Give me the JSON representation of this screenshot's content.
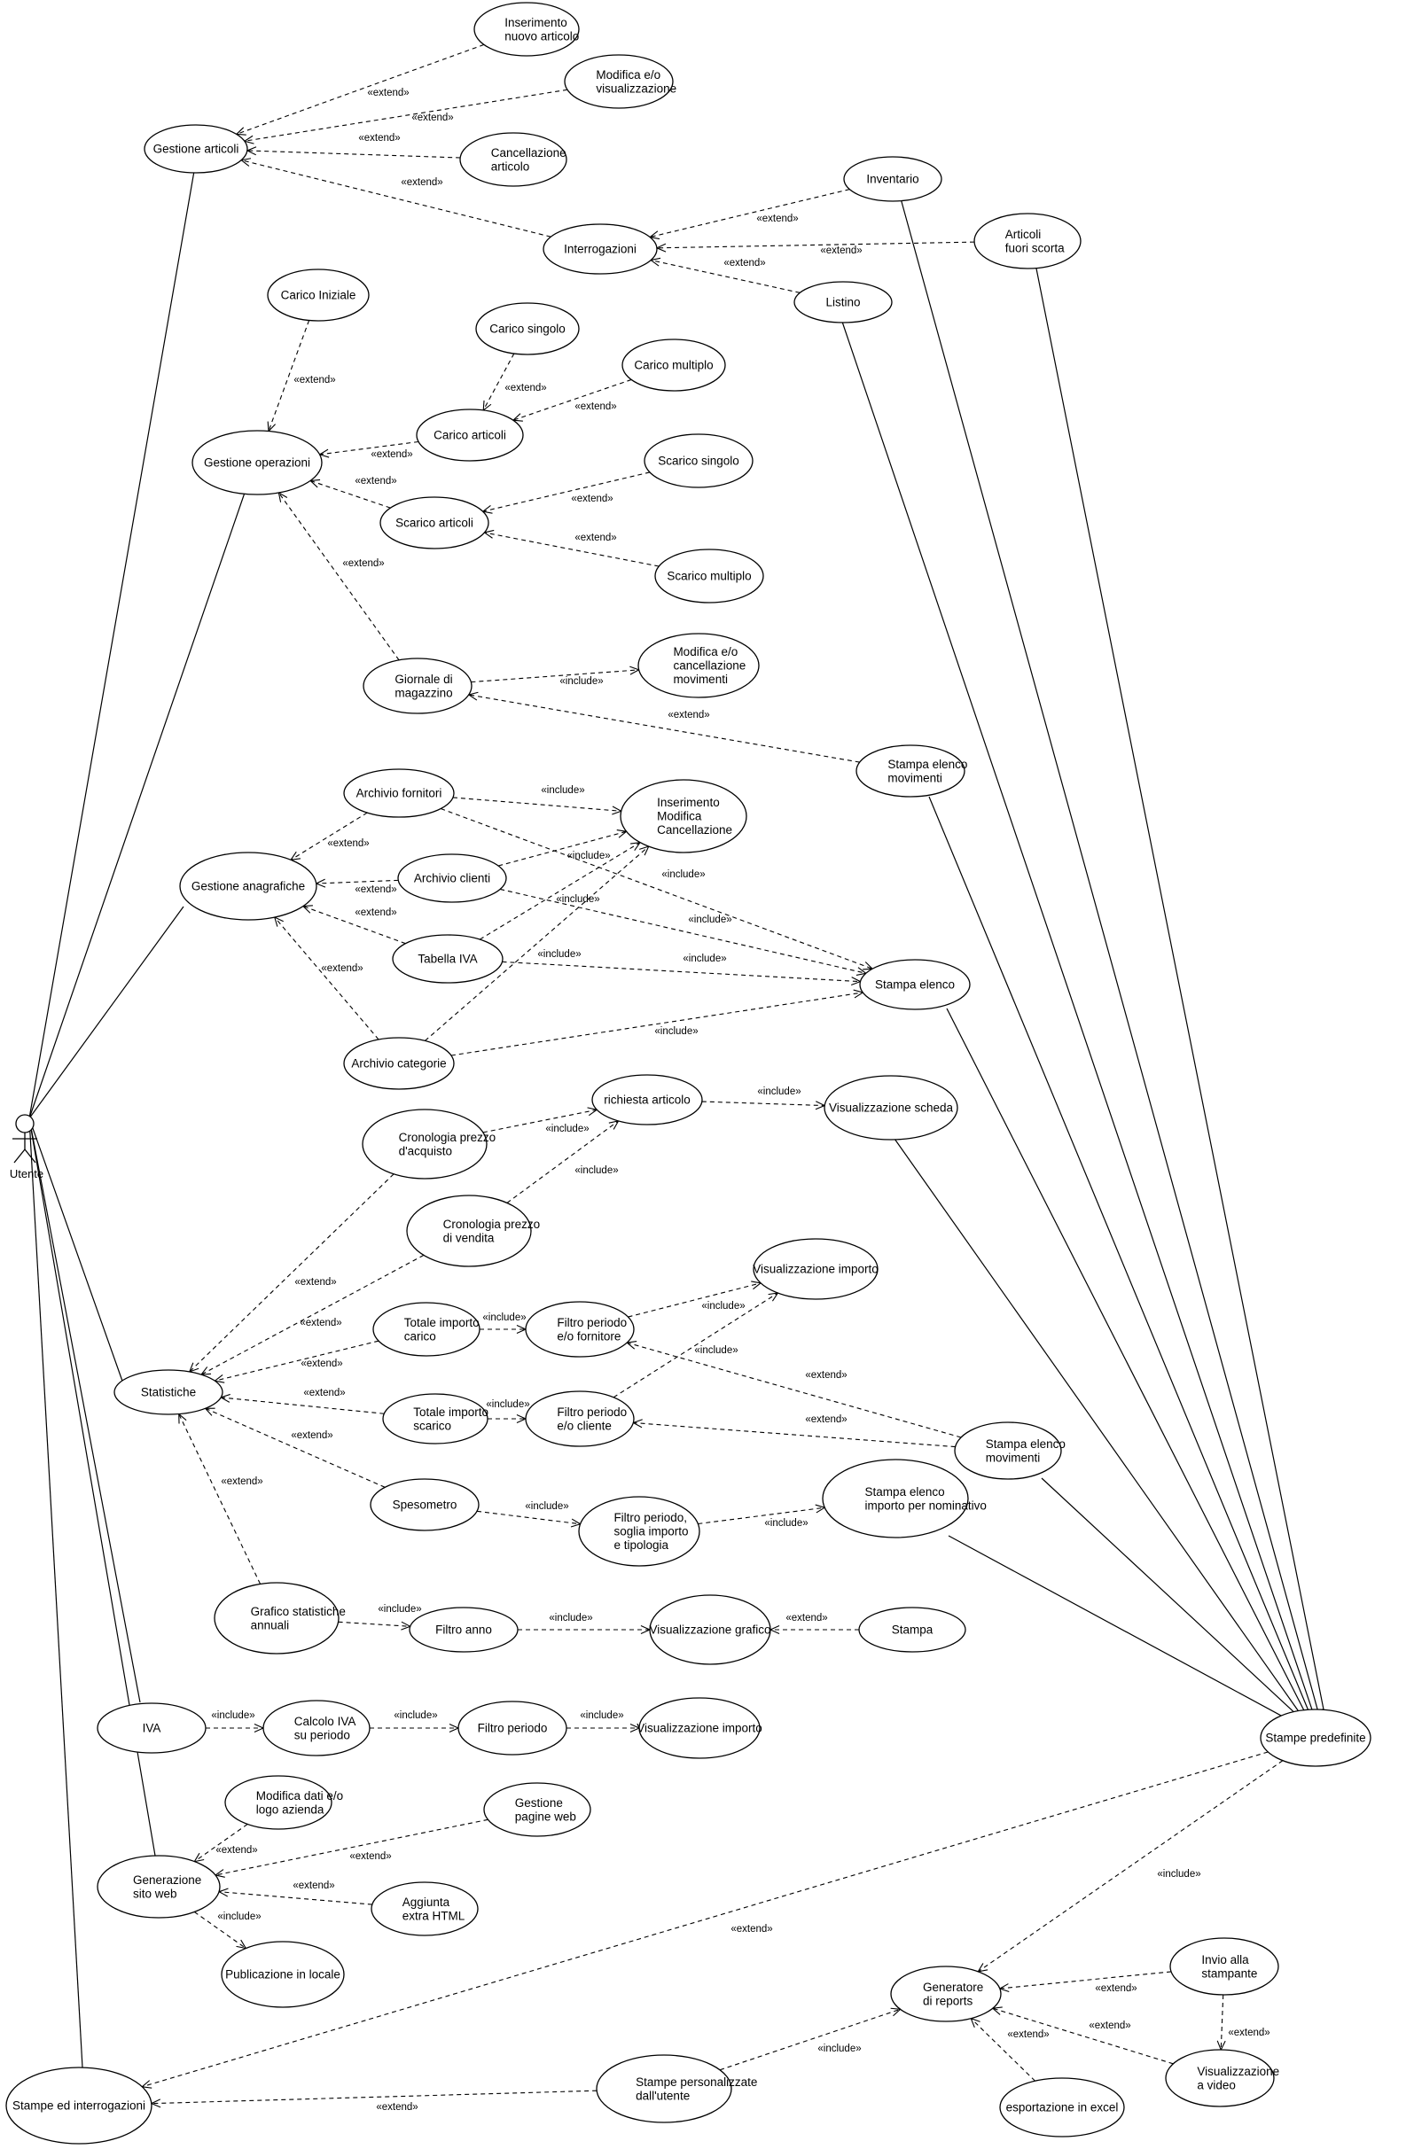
{
  "actor": {
    "id": "utente",
    "label": "Utente"
  },
  "use_cases": [
    {
      "id": "gestione-articoli",
      "lines": [
        "Gestione articoli"
      ]
    },
    {
      "id": "inserimento-nuovo-articolo",
      "lines": [
        "Inserimento",
        "nuovo articolo"
      ]
    },
    {
      "id": "modifica-visualizzazione",
      "lines": [
        "Modifica e/o",
        "visualizzazione"
      ]
    },
    {
      "id": "cancellazione-articolo",
      "lines": [
        "Cancellazione",
        "articolo"
      ]
    },
    {
      "id": "interrogazioni",
      "lines": [
        "Interrogazioni"
      ]
    },
    {
      "id": "inventario",
      "lines": [
        "Inventario"
      ]
    },
    {
      "id": "articoli-fuori-scorta",
      "lines": [
        "Articoli",
        "fuori scorta"
      ]
    },
    {
      "id": "listino",
      "lines": [
        "Listino"
      ]
    },
    {
      "id": "carico-iniziale",
      "lines": [
        "Carico Iniziale"
      ]
    },
    {
      "id": "carico-singolo",
      "lines": [
        "Carico singolo"
      ]
    },
    {
      "id": "carico-multiplo",
      "lines": [
        "Carico multiplo"
      ]
    },
    {
      "id": "carico-articoli",
      "lines": [
        "Carico articoli"
      ]
    },
    {
      "id": "gestione-operazioni",
      "lines": [
        "Gestione operazioni"
      ]
    },
    {
      "id": "scarico-singolo",
      "lines": [
        "Scarico singolo"
      ]
    },
    {
      "id": "scarico-articoli",
      "lines": [
        "Scarico articoli"
      ]
    },
    {
      "id": "scarico-multiplo",
      "lines": [
        "Scarico multiplo"
      ]
    },
    {
      "id": "giornale-di-magazzino",
      "lines": [
        "Giornale di",
        "magazzino"
      ]
    },
    {
      "id": "modifica-cancellazione-movimenti",
      "lines": [
        "Modifica e/o",
        "cancellazione",
        "movimenti"
      ]
    },
    {
      "id": "stampa-elenco-movimenti-1",
      "lines": [
        "Stampa elenco",
        "movimenti"
      ]
    },
    {
      "id": "archivio-fornitori",
      "lines": [
        "Archivio fornitori"
      ]
    },
    {
      "id": "inserimento-modifica-cancellazione",
      "lines": [
        "Inserimento",
        "Modifica",
        "Cancellazione"
      ]
    },
    {
      "id": "gestione-anagrafiche",
      "lines": [
        "Gestione anagrafiche"
      ]
    },
    {
      "id": "archivio-clienti",
      "lines": [
        "Archivio clienti"
      ]
    },
    {
      "id": "tabella-iva",
      "lines": [
        "Tabella IVA"
      ]
    },
    {
      "id": "stampa-elenco",
      "lines": [
        "Stampa elenco"
      ]
    },
    {
      "id": "archivio-categorie",
      "lines": [
        "Archivio categorie"
      ]
    },
    {
      "id": "richiesta-articolo",
      "lines": [
        "richiesta articolo"
      ]
    },
    {
      "id": "visualizzazione-scheda",
      "lines": [
        "Visualizzazione scheda"
      ]
    },
    {
      "id": "cronologia-prezzo-acquisto",
      "lines": [
        "Cronologia prezzo",
        "d'acquisto"
      ]
    },
    {
      "id": "cronologia-prezzo-vendita",
      "lines": [
        "Cronologia prezzo",
        "di vendita"
      ]
    },
    {
      "id": "visualizzazione-importo-1",
      "lines": [
        "Visualizzazione importo"
      ]
    },
    {
      "id": "totale-importo-carico",
      "lines": [
        "Totale importo",
        "carico"
      ]
    },
    {
      "id": "filtro-periodo-fornitore",
      "lines": [
        "Filtro periodo",
        "e/o fornitore"
      ]
    },
    {
      "id": "statistiche",
      "lines": [
        "Statistiche"
      ]
    },
    {
      "id": "totale-importo-scarico",
      "lines": [
        "Totale importo",
        "scarico"
      ]
    },
    {
      "id": "filtro-periodo-cliente",
      "lines": [
        "Filtro periodo",
        "e/o cliente"
      ]
    },
    {
      "id": "stampa-elenco-movimenti-2",
      "lines": [
        "Stampa elenco",
        "movimenti"
      ]
    },
    {
      "id": "spesometro",
      "lines": [
        "Spesometro"
      ]
    },
    {
      "id": "filtro-periodo-soglia",
      "lines": [
        "Filtro periodo,",
        "soglia importo",
        "e tipologia"
      ]
    },
    {
      "id": "stampa-elenco-importo-nominativo",
      "lines": [
        "Stampa elenco",
        "importo per nominativo"
      ]
    },
    {
      "id": "grafico-statistiche-annuali",
      "lines": [
        "Grafico statistiche",
        "annuali"
      ]
    },
    {
      "id": "filtro-anno",
      "lines": [
        "Filtro anno"
      ]
    },
    {
      "id": "visualizzazione-grafico",
      "lines": [
        "Visualizzazione grafico"
      ]
    },
    {
      "id": "stampa",
      "lines": [
        "Stampa"
      ]
    },
    {
      "id": "iva",
      "lines": [
        "IVA"
      ]
    },
    {
      "id": "calcolo-iva",
      "lines": [
        "Calcolo IVA",
        "su periodo"
      ]
    },
    {
      "id": "filtro-periodo",
      "lines": [
        "Filtro periodo"
      ]
    },
    {
      "id": "visualizzazione-importo-2",
      "lines": [
        "Visualizzazione importo"
      ]
    },
    {
      "id": "stampe-predefinite",
      "lines": [
        "Stampe predefinite"
      ]
    },
    {
      "id": "modifica-dati-logo",
      "lines": [
        "Modifica dati e/o",
        "logo azienda"
      ]
    },
    {
      "id": "gestione-pagine-web",
      "lines": [
        "Gestione",
        "pagine web"
      ]
    },
    {
      "id": "generazione-sito-web",
      "lines": [
        "Generazione",
        "sito web"
      ]
    },
    {
      "id": "aggiunta-extra-html",
      "lines": [
        "Aggiunta",
        "extra HTML"
      ]
    },
    {
      "id": "publicazione-locale",
      "lines": [
        "Publicazione in locale"
      ]
    },
    {
      "id": "generatore-reports",
      "lines": [
        "Generatore",
        "di reports"
      ]
    },
    {
      "id": "invio-stampante",
      "lines": [
        "Invio alla",
        "stampante"
      ]
    },
    {
      "id": "visualizzazione-video",
      "lines": [
        "Visualizzazione",
        "a video"
      ]
    },
    {
      "id": "esportazione-excel",
      "lines": [
        "esportazione in excel"
      ]
    },
    {
      "id": "stampe-personalizzate",
      "lines": [
        "Stampe personalizzate",
        "dall'utente"
      ]
    },
    {
      "id": "stampe-ed-interrogazioni",
      "lines": [
        "Stampe ed interrogazioni"
      ]
    }
  ],
  "stereotypes": {
    "extend": "«extend»",
    "include": "«include»"
  }
}
